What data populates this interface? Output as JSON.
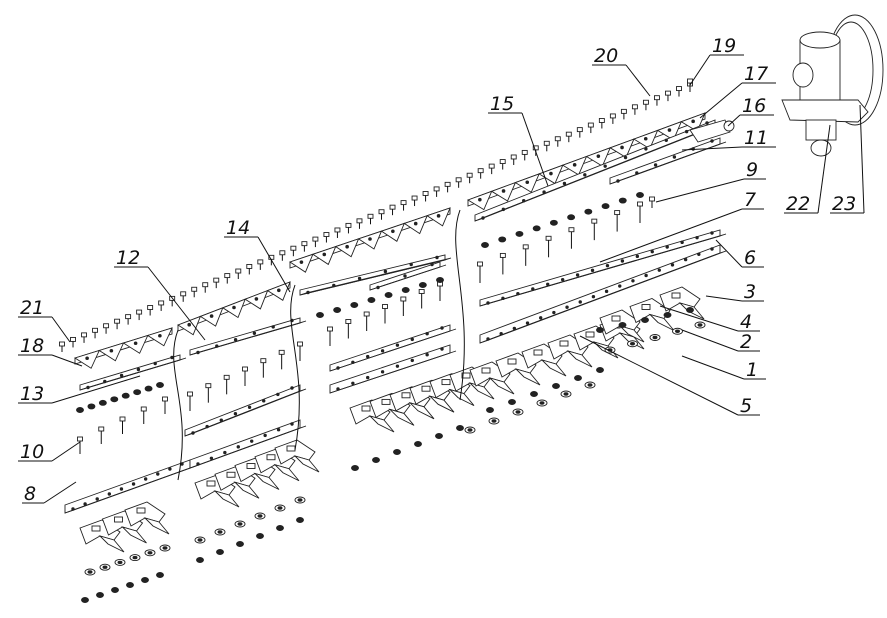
{
  "diagram": {
    "title": "Exploded view of cutter bar assembly",
    "callouts": [
      "19",
      "20",
      "17",
      "15",
      "16",
      "11",
      "9",
      "7",
      "6",
      "3",
      "4",
      "2",
      "1",
      "5",
      "22",
      "23",
      "14",
      "12",
      "21",
      "18",
      "13",
      "10",
      "8"
    ]
  },
  "colors": {
    "ink": "#111111",
    "paper": "#ffffff"
  }
}
